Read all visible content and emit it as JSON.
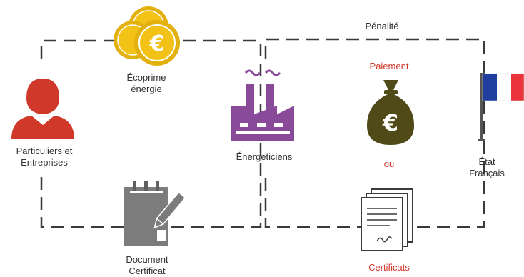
{
  "labels": {
    "penalite": "Pénalité",
    "ecoprime_line1": "Écoprime",
    "ecoprime_line2": "énergie",
    "paiement": "Paiement",
    "particuliers_line1": "Particuliers et",
    "particuliers_line2": "Entreprises",
    "energeticiens": "Énergeticiens",
    "ou": "ou",
    "etat_line1": "État",
    "etat_line2": "Français",
    "document_line1": "Document",
    "document_line2": "Certificat",
    "certificats": "Certificats"
  },
  "icons": {
    "person": "person-icon",
    "coins": "euro-coins-icon",
    "factory": "factory-icon",
    "money_bag": "euro-money-bag-icon",
    "flag": "french-flag-icon",
    "document": "signed-document-icon",
    "certificates": "certificates-stack-icon"
  },
  "colors": {
    "person_red": "#d0382a",
    "coin_gold": "#f2c316",
    "factory_purple": "#8a4a9a",
    "money_bag_olive": "#4f4a17",
    "flag_blue": "#1f3e9e",
    "flag_red": "#e8343a",
    "line_gray": "#3a3a3a",
    "doc_gray": "#7c7c7c",
    "accent_red": "#d0382a"
  }
}
